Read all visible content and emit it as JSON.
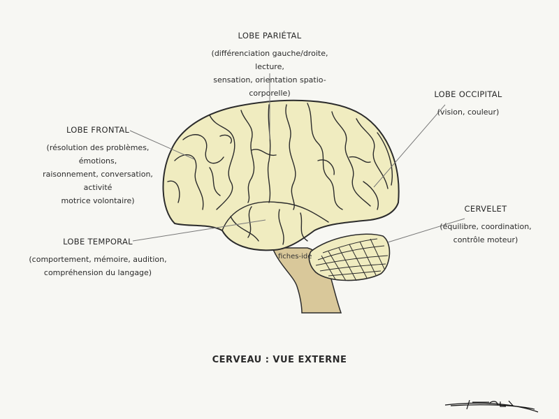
{
  "title": "CERVEAU : VUE EXTERNE",
  "watermark": "fiches-ide",
  "labels": {
    "parietal": {
      "name": "LOBE PARIÉTAL",
      "desc": [
        "(différenciation gauche/droite, lecture,",
        "sensation, orientation spatio-corporelle)"
      ]
    },
    "occipital": {
      "name": "LOBE OCCIPITAL",
      "desc": [
        "(vision, couleur)"
      ]
    },
    "frontal": {
      "name": "LOBE FRONTAL",
      "desc": [
        "(résolution des problèmes, émotions,",
        "raisonnement, conversation, activité",
        "motrice volontaire)"
      ]
    },
    "cervelet": {
      "name": "CERVELET",
      "desc": [
        "(équilibre, coordination,",
        "contrôle moteur)"
      ]
    },
    "temporal": {
      "name": "LOBE TEMPORAL",
      "desc": [
        "(comportement, mémoire, audition,",
        "compréhension du langage)"
      ]
    }
  },
  "colors": {
    "brain": "#f0ecc0",
    "stem": "#d9c89a",
    "outline": "#2b2b2b"
  }
}
